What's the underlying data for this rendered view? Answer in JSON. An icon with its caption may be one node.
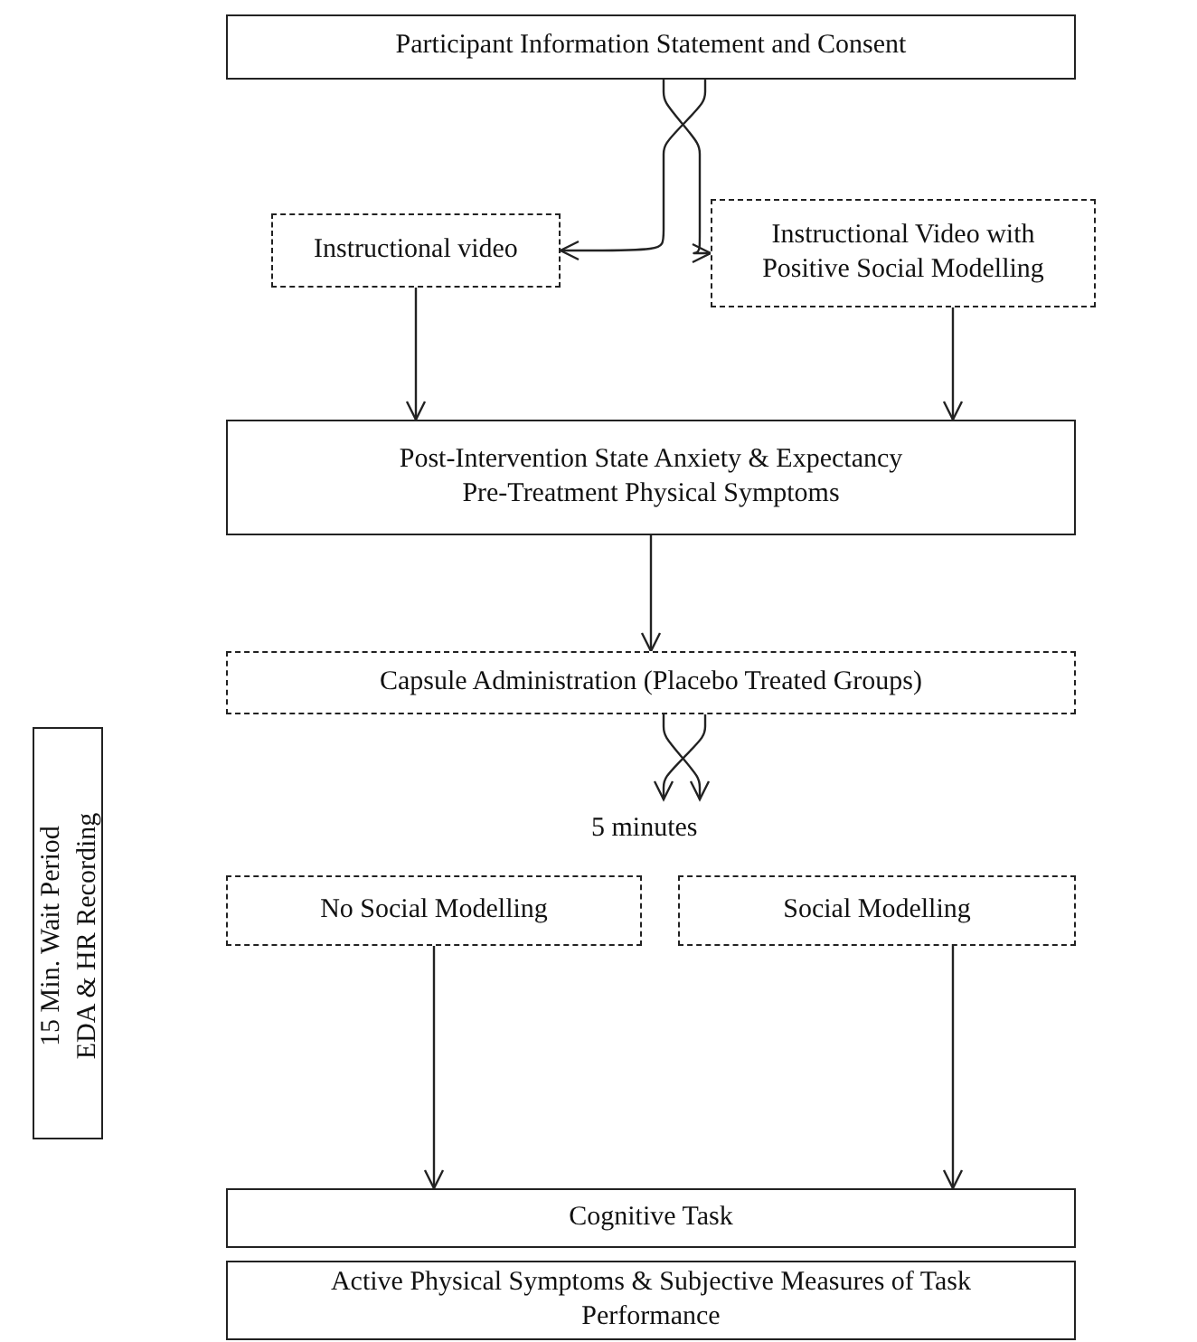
{
  "diagram": {
    "nodes": [
      {
        "text": [
          "Participant Information Statement and Consent"
        ]
      },
      {
        "text": [
          "Instructional video"
        ]
      },
      {
        "text": [
          "Instructional Video with Positive Social Modelling"
        ]
      },
      {
        "text": [
          "Post-Intervention State Anxiety & Expectancy Pre-Treatment Physical Symptoms"
        ]
      },
      {
        "text": [
          "Capsule Administration (Placebo Treated Groups)"
        ]
      },
      {
        "text": [
          "No Social Modelling"
        ]
      },
      {
        "text": [
          "Social Modelling"
        ]
      },
      {
        "text": [
          "Cognitive Task"
        ]
      },
      {
        "text": [
          "Active Physical Symptoms & Subjective Measures of Task Performance"
        ]
      },
      {
        "text": [
          "15 Min. Wait Period",
          "EDA & HR Recording"
        ]
      }
    ],
    "edges": [
      {
        "from": 0,
        "to": 1,
        "arrow": "to"
      },
      {
        "from": 0,
        "to": 2,
        "arrow": "to"
      },
      {
        "from": 1,
        "to": 3,
        "arrow": "to"
      },
      {
        "from": 2,
        "to": 3,
        "arrow": "to"
      },
      {
        "from": 3,
        "to": 4,
        "arrow": "to"
      },
      {
        "from": 4,
        "to": 5,
        "arrow": "to"
      },
      {
        "from": 4,
        "to": 6,
        "arrow": "to"
      },
      {
        "from": 5,
        "to": 7,
        "arrow": "to"
      },
      {
        "from": 6,
        "to": 7,
        "arrow": "to"
      }
    ],
    "labels": [
      "5 minutes"
    ]
  }
}
